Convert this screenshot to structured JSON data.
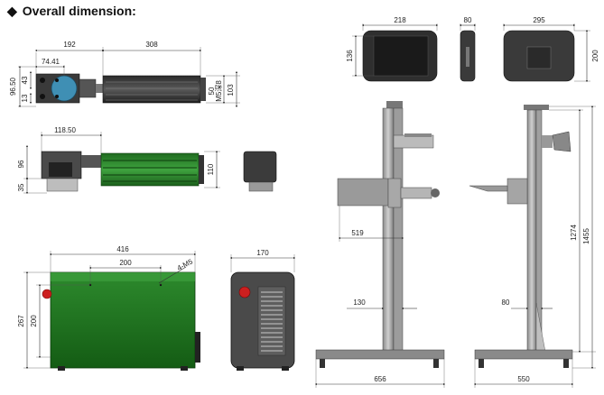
{
  "title": "Overall dimension:",
  "bullet": "◆",
  "laser_source_top": {
    "d1": "192",
    "d2": "308",
    "d3": "74.41",
    "d4": "96.50",
    "d5": "43",
    "d6": "13",
    "d7": "50",
    "d8": "M5深8",
    "d9": "103"
  },
  "laser_source_front": {
    "d1": "118.50",
    "d2": "96",
    "d3": "35",
    "d4": "110"
  },
  "controller_box": {
    "d1": "416",
    "d2": "200",
    "d3": "4-M5",
    "d4": "267",
    "d5": "200",
    "d6": "170"
  },
  "monitor": {
    "d1": "218",
    "d2": "136",
    "d3": "80",
    "d4": "295",
    "d5": "200"
  },
  "stand": {
    "d1": "519",
    "d2": "130",
    "d3": "656",
    "d4": "80",
    "d5": "550",
    "d6": "1274",
    "d7": "1455"
  }
}
